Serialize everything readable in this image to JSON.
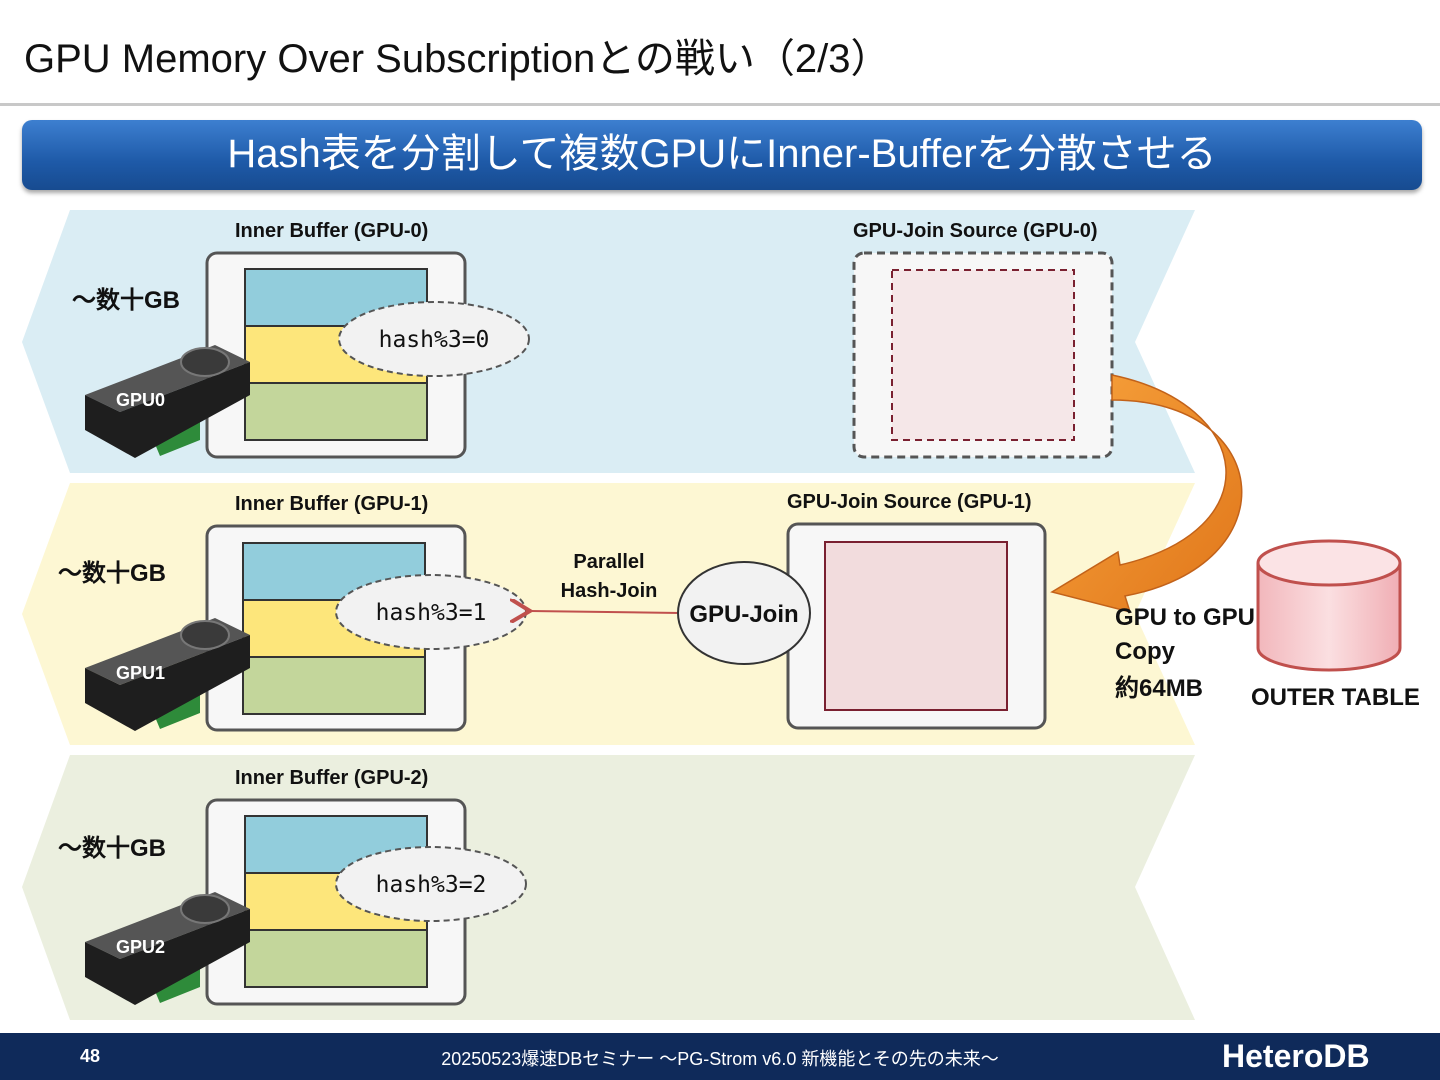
{
  "slide": {
    "title": "GPU Memory Over Subscriptionとの戦い（2/3）",
    "banner": "Hash表を分割して複数GPUにInner-Bufferを分散させる"
  },
  "lanes": [
    {
      "inner_label": "Inner Buffer (GPU-0)",
      "size_label": "〜数十GB",
      "gpu_label": "GPU0",
      "hash_label": "hash%3=0"
    },
    {
      "inner_label": "Inner Buffer (GPU-1)",
      "size_label": "〜数十GB",
      "gpu_label": "GPU1",
      "hash_label": "hash%3=1"
    },
    {
      "inner_label": "Inner Buffer (GPU-2)",
      "size_label": "〜数十GB",
      "gpu_label": "GPU2",
      "hash_label": "hash%3=2"
    }
  ],
  "join_sources": [
    {
      "label": "GPU-Join Source (GPU-0)"
    },
    {
      "label": "GPU-Join Source (GPU-1)"
    }
  ],
  "gpu_join": {
    "label": "GPU-Join"
  },
  "parallel_hash_join": {
    "line1": "Parallel",
    "line2": "Hash-Join"
  },
  "copy_note": {
    "line1": "GPU to GPU",
    "line2": "Copy",
    "line3": "約64MB"
  },
  "outer_table": {
    "label": "OUTER TABLE"
  },
  "colors": {
    "lane0": "#daedf4",
    "lane1": "#fdf7d3",
    "lane2": "#ebefdf",
    "seg_blue": "#92cddc",
    "seg_yellow": "#fde67b",
    "seg_green": "#c3d69b",
    "arrow_orange": "#f28f2a",
    "banner_blue": "#2563b0",
    "footer": "#0f2a5a"
  },
  "footer": {
    "page": "48",
    "text": "20250523爆速DBセミナー 〜PG-Strom v6.0 新機能とその先の未来〜",
    "logo": "HeteroDB"
  }
}
